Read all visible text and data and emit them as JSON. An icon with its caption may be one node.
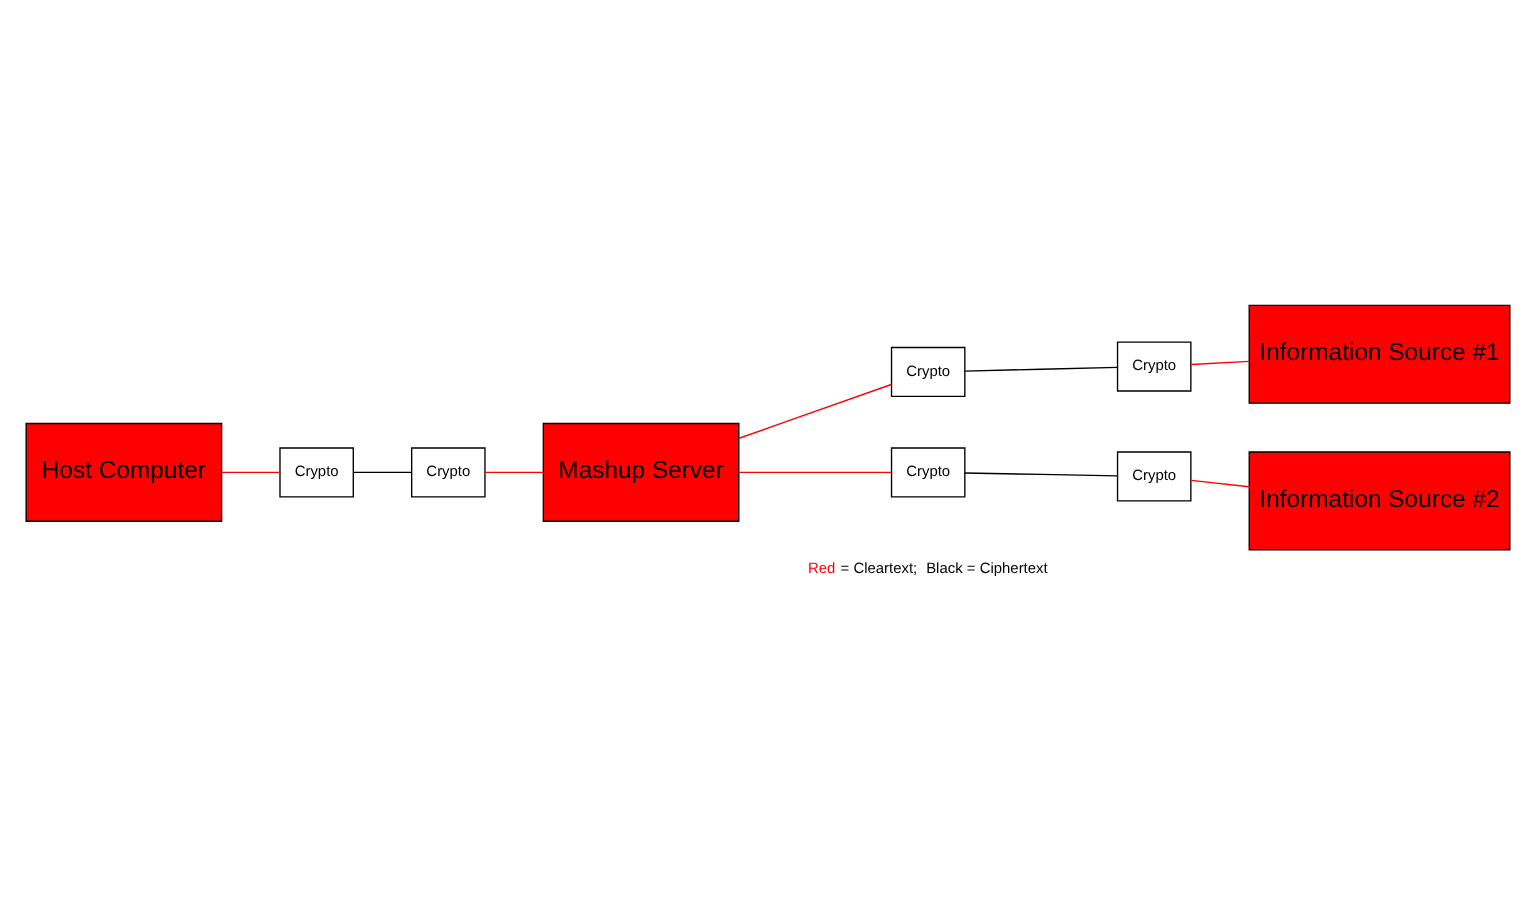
{
  "diagram": {
    "nodes": [
      {
        "text": [
          "Host Computer"
        ]
      },
      {
        "text": [
          "Crypto"
        ]
      },
      {
        "text": [
          "Crypto"
        ]
      },
      {
        "text": [
          "Information Source #1"
        ]
      },
      {
        "text": [
          "Crypto"
        ]
      },
      {
        "text": [
          "Crypto"
        ]
      },
      {
        "text": [
          "Mashup Server"
        ]
      },
      {
        "text": [
          "Crypto"
        ]
      },
      {
        "text": [
          "Crypto"
        ]
      },
      {
        "text": [
          "Information Source #2"
        ]
      }
    ],
    "edges": [
      {
        "from": 0,
        "to": 1,
        "arrow": "none"
      },
      {
        "from": 1,
        "to": 2,
        "arrow": "none",
        "color": "#000000"
      },
      {
        "from": 2,
        "to": 6,
        "arrow": "none"
      },
      {
        "from": 6,
        "to": 4,
        "arrow": "none"
      },
      {
        "from": 4,
        "to": 5,
        "arrow": "none",
        "color": "#000000"
      },
      {
        "from": 5,
        "to": 3,
        "arrow": "none"
      },
      {
        "from": 6,
        "to": 7,
        "arrow": "none"
      },
      {
        "from": 7,
        "to": 8,
        "arrow": "none",
        "color": "#000000"
      },
      {
        "from": 8,
        "to": 9,
        "arrow": "none"
      }
    ],
    "legend": [
      {
        "text": "Red = Cleartext;",
        "color": "#ff0000"
      },
      {
        "text": "Black = Ciphertext",
        "color": "#000000"
      }
    ]
  }
}
